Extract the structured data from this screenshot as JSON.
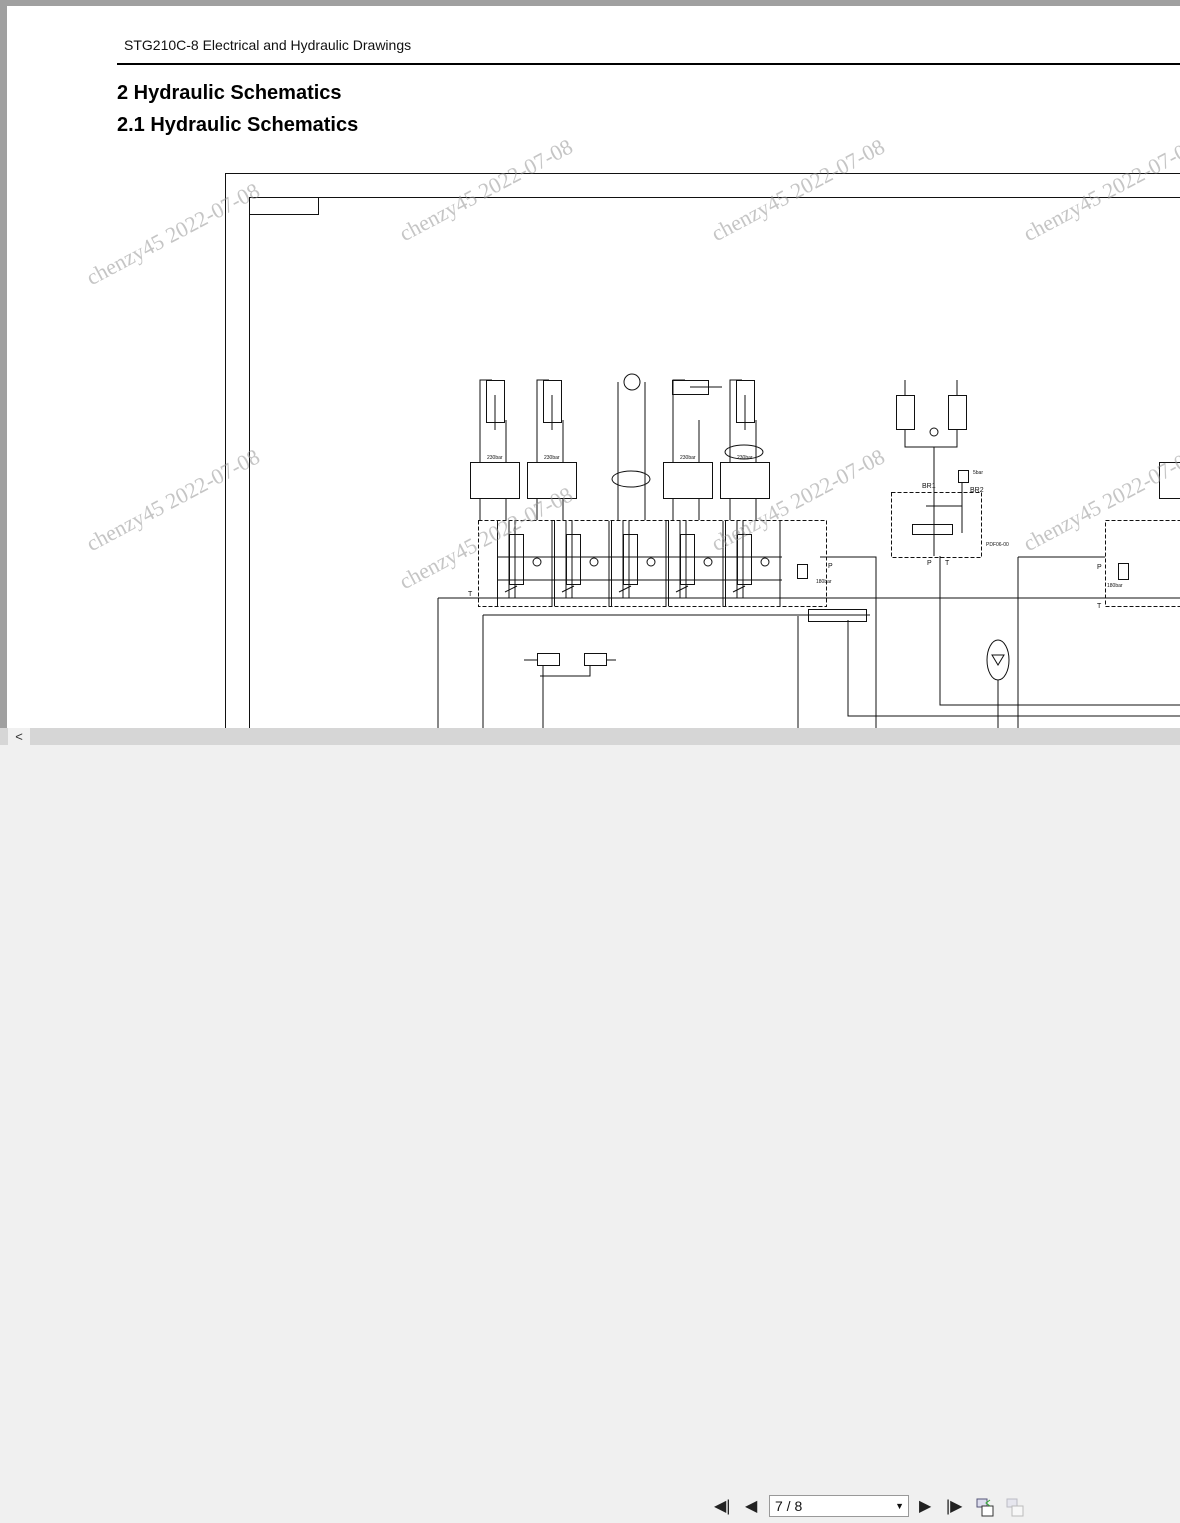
{
  "document": {
    "header": "STG210C-8 Electrical and Hydraulic Drawings",
    "heading1": "2 Hydraulic Schematics",
    "heading2": "2.1 Hydraulic Schematics"
  },
  "watermark": "chenzy45 2022-07-08",
  "schematic": {
    "labels": {
      "relief_bar": "230bar",
      "br1": "BR1",
      "br2": "BR2",
      "br2_pressure": "5bar",
      "valve_model": "PDF06-00",
      "port_p": "P",
      "port_t": "T",
      "main_relief": "180bar",
      "right_relief": "180bar"
    }
  },
  "toolbar": {
    "first_page": "first-page-icon",
    "prev_page": "prev-page-icon",
    "page_indicator": "7 / 8",
    "next_page": "next-page-icon",
    "last_page": "last-page-icon"
  },
  "scroll_left": "<"
}
